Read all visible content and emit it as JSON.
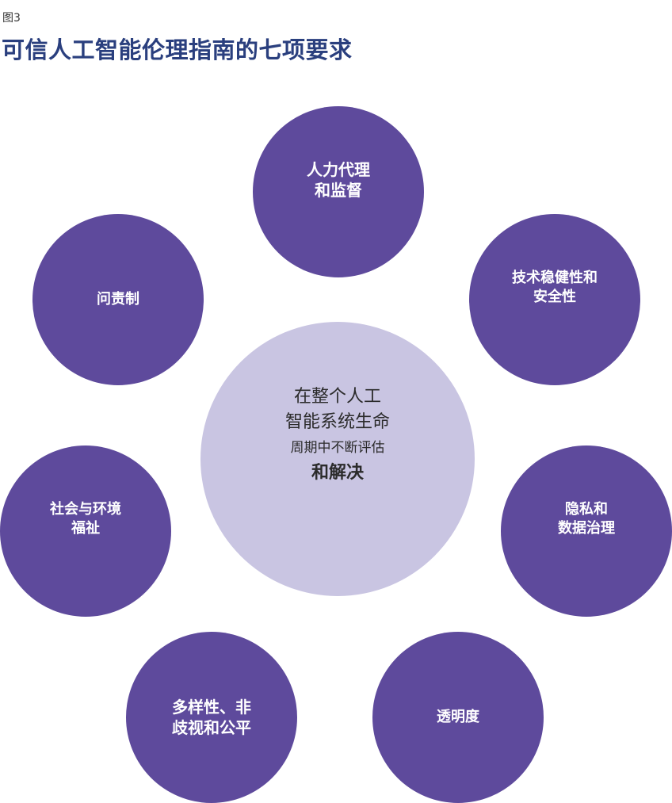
{
  "figure": {
    "label": "图3",
    "title": "可信人工智能伦理指南的七项要求"
  },
  "center": {
    "lines": [
      "在整个人工",
      "智能系统生命",
      "周期中不断评估",
      "和解决"
    ]
  },
  "requirements": [
    {
      "id": "human-agency",
      "lines": [
        "人力代理",
        "和监督"
      ]
    },
    {
      "id": "technical-robustness",
      "lines": [
        "技术稳健性和",
        "安全性"
      ]
    },
    {
      "id": "privacy",
      "lines": [
        "隐私和",
        "数据治理"
      ]
    },
    {
      "id": "transparency",
      "lines": [
        "透明度"
      ]
    },
    {
      "id": "diversity",
      "lines": [
        "多样性、非",
        "歧视和公平"
      ]
    },
    {
      "id": "wellbeing",
      "lines": [
        "社会与环境",
        "福祉"
      ]
    },
    {
      "id": "accountability",
      "lines": [
        "问责制"
      ]
    }
  ],
  "colors": {
    "outer_circle": "#5e4a9c",
    "center_circle": "#c9c5e2",
    "title": "#2a3f7e"
  }
}
